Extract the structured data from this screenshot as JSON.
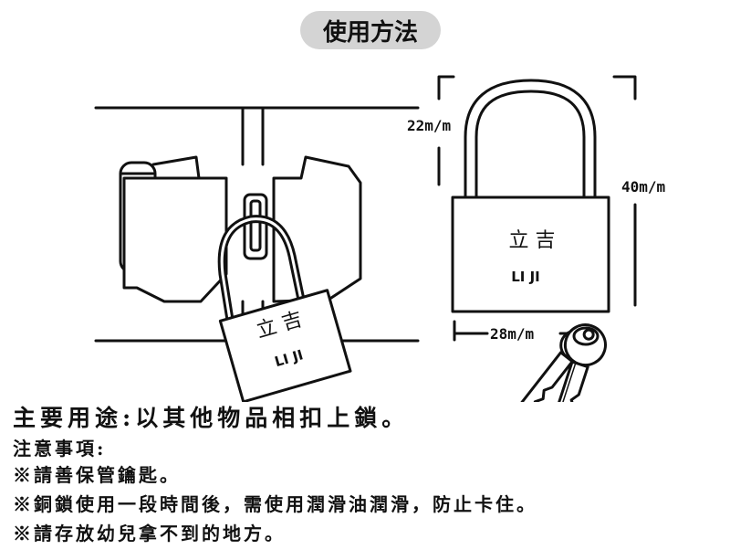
{
  "title": "使用方法",
  "lock_brand": {
    "chinese": "立 吉",
    "latin": "LI JI"
  },
  "dimensions": {
    "shackle_height": "22m/m",
    "total_height": "40m/m",
    "body_width": "28m/m"
  },
  "usage": "主要用途:以其他物品相扣上鎖。",
  "notes_heading": "注意事項:",
  "notes": [
    "※請善保管鑰匙。",
    "※銅鎖使用一段時間後，需使用潤滑油潤滑，防止卡住。",
    "※請存放幼兒拿不到的地方。"
  ],
  "colors": {
    "line": "#111111",
    "title_bg": "#d4d4d4",
    "background": "#ffffff"
  }
}
